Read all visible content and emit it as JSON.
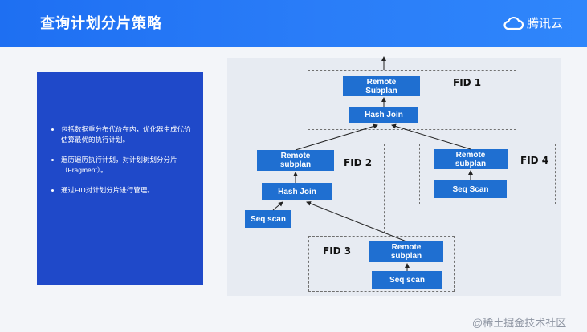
{
  "header": {
    "title": "查询计划分片策略",
    "logo_text": "腾讯云",
    "brand_color": "#1e6ff2"
  },
  "info_panel": {
    "bullets": [
      "包括数据重分布代价在内，优化器生成代价估算最优的执行计划。",
      "遍历遍历执行计划，对计划树划分分片（Fragment）。",
      "通过FID对计划分片进行管理。"
    ],
    "background_color": "#1f49c9"
  },
  "diagram": {
    "fragments": [
      {
        "label": "FID 1",
        "nodes": [
          {
            "line1": "Remote",
            "line2": "Subplan"
          },
          {
            "line1": "Hash Join",
            "line2": ""
          }
        ]
      },
      {
        "label": "FID 2",
        "nodes": [
          {
            "line1": "Remote",
            "line2": "subplan"
          },
          {
            "line1": "Hash Join",
            "line2": ""
          },
          {
            "line1": "Seq scan",
            "line2": ""
          }
        ]
      },
      {
        "label": "FID 4",
        "nodes": [
          {
            "line1": "Remote",
            "line2": "subplan"
          },
          {
            "line1": "Seq Scan",
            "line2": ""
          }
        ]
      },
      {
        "label": "FID 3",
        "nodes": [
          {
            "line1": "Remote",
            "line2": "subplan"
          },
          {
            "line1": "Seq scan",
            "line2": ""
          }
        ]
      }
    ],
    "node_color": "#1f6fd1"
  },
  "watermark": "@稀土掘金技术社区"
}
